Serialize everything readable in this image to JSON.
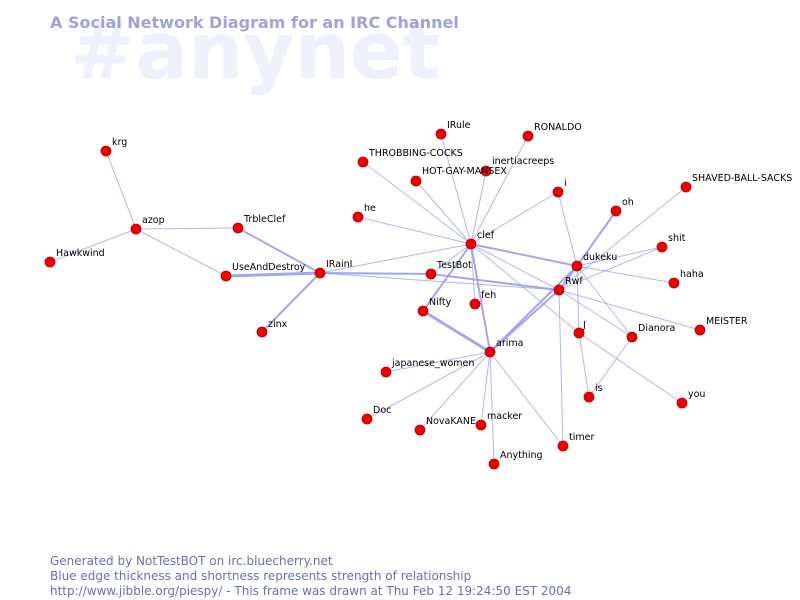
{
  "watermark": "#anynet",
  "title": "A Social Network Diagram for an IRC Channel",
  "colors": {
    "node": "#ee0000",
    "node_stroke": "#bb0000",
    "edge": "#9a9cf0",
    "title": "#a0a3d8",
    "watermark": "#eef0fb",
    "footer": "#6a6fba"
  },
  "footer": {
    "line1": "Generated by NotTestBOT on irc.bluecherry.net",
    "line2": "Blue edge thickness and shortness represents strength of relationship",
    "line3": "http://www.jibble.org/piespy/ - This frame was drawn at Thu Feb 12 19:24:50 EST 2004"
  },
  "nodes": [
    {
      "id": "krg",
      "label": "krg"
    },
    {
      "id": "azop",
      "label": "azop"
    },
    {
      "id": "Hawkwind",
      "label": "Hawkwind"
    },
    {
      "id": "TrbleClef",
      "label": "TrbleClef"
    },
    {
      "id": "UseAndDestroy",
      "label": "UseAndDestroy"
    },
    {
      "id": "IRainI",
      "label": "IRainI"
    },
    {
      "id": "zinx",
      "label": "zinx"
    },
    {
      "id": "IRule",
      "label": "IRule"
    },
    {
      "id": "RONALDO",
      "label": "RONALDO"
    },
    {
      "id": "THROBBING-COCKS",
      "label": "THROBBING-COCKS"
    },
    {
      "id": "inertiacreeps",
      "label": "inertiacreeps"
    },
    {
      "id": "HOT-GAY-MANSEX",
      "label": "HOT-GAY-MANSEX"
    },
    {
      "id": "i",
      "label": "i"
    },
    {
      "id": "SHAVED-BALL-SACKS",
      "label": "SHAVED-BALL-SACKS"
    },
    {
      "id": "he",
      "label": "he"
    },
    {
      "id": "oh",
      "label": "oh"
    },
    {
      "id": "clef",
      "label": "clef"
    },
    {
      "id": "shit",
      "label": "shit"
    },
    {
      "id": "dukeku",
      "label": "dukeku"
    },
    {
      "id": "TestBot",
      "label": "TestBot"
    },
    {
      "id": "haha",
      "label": "haha"
    },
    {
      "id": "Rwf",
      "label": "Rwf"
    },
    {
      "id": "feh",
      "label": "feh"
    },
    {
      "id": "Nifty",
      "label": "Nifty"
    },
    {
      "id": "MEISTER",
      "label": "MEISTER"
    },
    {
      "id": "J",
      "label": "J"
    },
    {
      "id": "Dianora",
      "label": "Dianora"
    },
    {
      "id": "arima",
      "label": "arima"
    },
    {
      "id": "japanese_women",
      "label": "japanese_women"
    },
    {
      "id": "is",
      "label": "is"
    },
    {
      "id": "Doc",
      "label": "Doc"
    },
    {
      "id": "you",
      "label": "you"
    },
    {
      "id": "NovaKANE",
      "label": "NovaKANE"
    },
    {
      "id": "macker",
      "label": "macker"
    },
    {
      "id": "timer",
      "label": "timer"
    },
    {
      "id": "Anything",
      "label": "Anything"
    }
  ],
  "edges": [
    {
      "source": "krg",
      "target": "azop",
      "weight": 1
    },
    {
      "source": "azop",
      "target": "Hawkwind",
      "weight": 1
    },
    {
      "source": "azop",
      "target": "TrbleClef",
      "weight": 1
    },
    {
      "source": "azop",
      "target": "UseAndDestroy",
      "weight": 1
    },
    {
      "source": "TrbleClef",
      "target": "IRainI",
      "weight": 2
    },
    {
      "source": "UseAndDestroy",
      "target": "IRainI",
      "weight": 3
    },
    {
      "source": "IRainI",
      "target": "zinx",
      "weight": 2
    },
    {
      "source": "IRainI",
      "target": "clef",
      "weight": 1
    },
    {
      "source": "IRainI",
      "target": "TestBot",
      "weight": 2
    },
    {
      "source": "IRainI",
      "target": "Rwf",
      "weight": 1
    },
    {
      "source": "IRule",
      "target": "clef",
      "weight": 1
    },
    {
      "source": "RONALDO",
      "target": "clef",
      "weight": 1
    },
    {
      "source": "THROBBING-COCKS",
      "target": "clef",
      "weight": 1
    },
    {
      "source": "inertiacreeps",
      "target": "clef",
      "weight": 1
    },
    {
      "source": "HOT-GAY-MANSEX",
      "target": "clef",
      "weight": 1
    },
    {
      "source": "he",
      "target": "clef",
      "weight": 1
    },
    {
      "source": "i",
      "target": "clef",
      "weight": 1
    },
    {
      "source": "i",
      "target": "dukeku",
      "weight": 1
    },
    {
      "source": "clef",
      "target": "TestBot",
      "weight": 1
    },
    {
      "source": "clef",
      "target": "Nifty",
      "weight": 2
    },
    {
      "source": "clef",
      "target": "feh",
      "weight": 1
    },
    {
      "source": "clef",
      "target": "arima",
      "weight": 2
    },
    {
      "source": "clef",
      "target": "dukeku",
      "weight": 2
    },
    {
      "source": "clef",
      "target": "Rwf",
      "weight": 1
    },
    {
      "source": "clef",
      "target": "J",
      "weight": 1
    },
    {
      "source": "TestBot",
      "target": "Rwf",
      "weight": 2
    },
    {
      "source": "Nifty",
      "target": "arima",
      "weight": 3
    },
    {
      "source": "dukeku",
      "target": "oh",
      "weight": 2
    },
    {
      "source": "dukeku",
      "target": "shit",
      "weight": 1
    },
    {
      "source": "dukeku",
      "target": "haha",
      "weight": 1
    },
    {
      "source": "dukeku",
      "target": "Rwf",
      "weight": 2
    },
    {
      "source": "dukeku",
      "target": "arima",
      "weight": 2
    },
    {
      "source": "dukeku",
      "target": "Dianora",
      "weight": 1
    },
    {
      "source": "dukeku",
      "target": "J",
      "weight": 1
    },
    {
      "source": "SHAVED-BALL-SACKS",
      "target": "Rwf",
      "weight": 1
    },
    {
      "source": "Rwf",
      "target": "shit",
      "weight": 1
    },
    {
      "source": "Rwf",
      "target": "MEISTER",
      "weight": 1
    },
    {
      "source": "Rwf",
      "target": "arima",
      "weight": 2
    },
    {
      "source": "Rwf",
      "target": "Dianora",
      "weight": 1
    },
    {
      "source": "Rwf",
      "target": "timer",
      "weight": 1
    },
    {
      "source": "J",
      "target": "is",
      "weight": 1
    },
    {
      "source": "J",
      "target": "you",
      "weight": 1
    },
    {
      "source": "Dianora",
      "target": "is",
      "weight": 1
    },
    {
      "source": "arima",
      "target": "japanese_women",
      "weight": 1
    },
    {
      "source": "arima",
      "target": "Doc",
      "weight": 1
    },
    {
      "source": "arima",
      "target": "NovaKANE",
      "weight": 1
    },
    {
      "source": "arima",
      "target": "macker",
      "weight": 1
    },
    {
      "source": "arima",
      "target": "timer",
      "weight": 1
    },
    {
      "source": "arima",
      "target": "Anything",
      "weight": 1
    }
  ]
}
